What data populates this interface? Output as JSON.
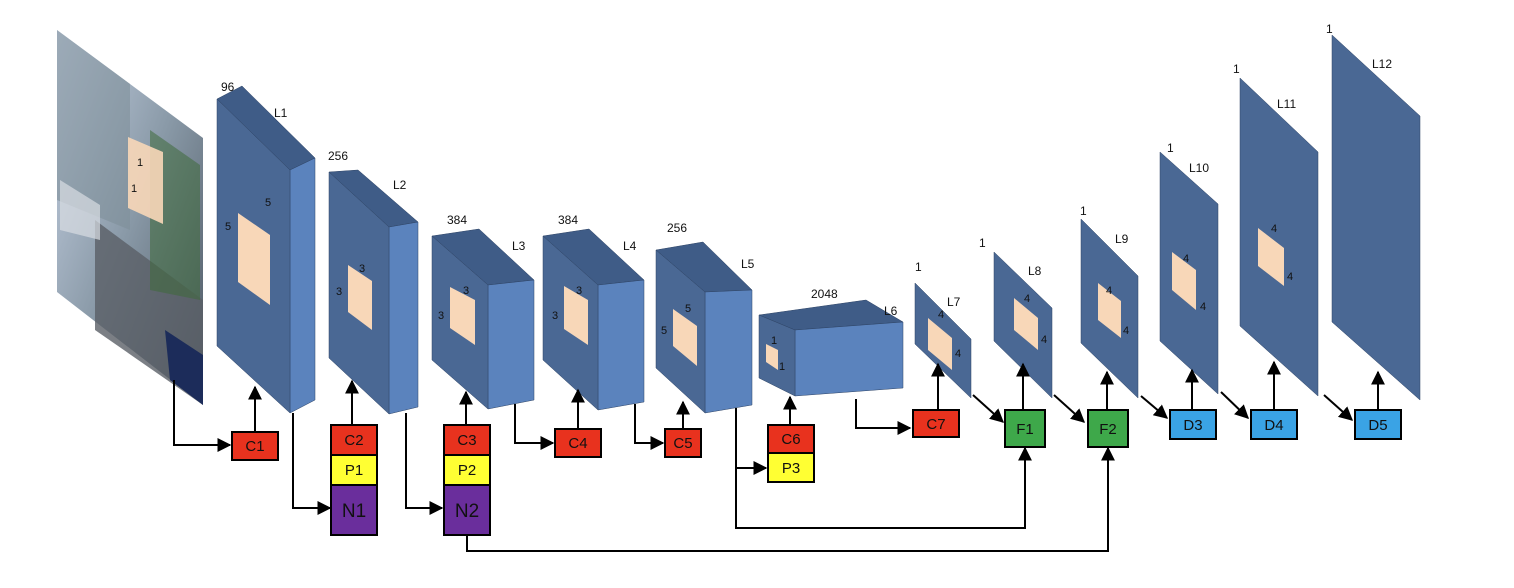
{
  "colors": {
    "layer_front": "#4a6894",
    "layer_side": "#5b83bd",
    "layer_top": "#3f5c87",
    "kernel": "#f8d7b8",
    "conv": "#e8321e",
    "pool": "#ffff33",
    "norm": "#6a2e9c",
    "fc": "#3ea84a",
    "deconv": "#3aa3e5"
  },
  "input_image": {
    "kernel_labels": [
      "1",
      "1"
    ]
  },
  "layers": [
    {
      "id": "L1",
      "depth": "96",
      "kernel": [
        "5",
        "5"
      ]
    },
    {
      "id": "L2",
      "depth": "256",
      "kernel": [
        "3",
        "3"
      ]
    },
    {
      "id": "L3",
      "depth": "384",
      "kernel": [
        "3",
        "3"
      ]
    },
    {
      "id": "L4",
      "depth": "384",
      "kernel": [
        "3",
        "3"
      ]
    },
    {
      "id": "L5",
      "depth": "256",
      "kernel": [
        "5",
        "5"
      ]
    },
    {
      "id": "L6",
      "depth": "2048",
      "kernel": [
        "1",
        "1"
      ]
    },
    {
      "id": "L7",
      "depth": "1",
      "kernel": [
        "4",
        "4"
      ]
    },
    {
      "id": "L8",
      "depth": "1",
      "kernel": [
        "4",
        "4"
      ]
    },
    {
      "id": "L9",
      "depth": "1",
      "kernel": [
        "4",
        "4"
      ]
    },
    {
      "id": "L10",
      "depth": "1",
      "kernel": [
        "4",
        "4"
      ]
    },
    {
      "id": "L11",
      "depth": "1",
      "kernel": [
        "4",
        "4"
      ]
    },
    {
      "id": "L12",
      "depth": "1"
    }
  ],
  "ops": {
    "C1": "C1",
    "C2": "C2",
    "C3": "C3",
    "C4": "C4",
    "C5": "C5",
    "C6": "C6",
    "C7": "C7",
    "P1": "P1",
    "P2": "P2",
    "P3": "P3",
    "N1": "N1",
    "N2": "N2",
    "F1": "F1",
    "F2": "F2",
    "D3": "D3",
    "D4": "D4",
    "D5": "D5"
  }
}
